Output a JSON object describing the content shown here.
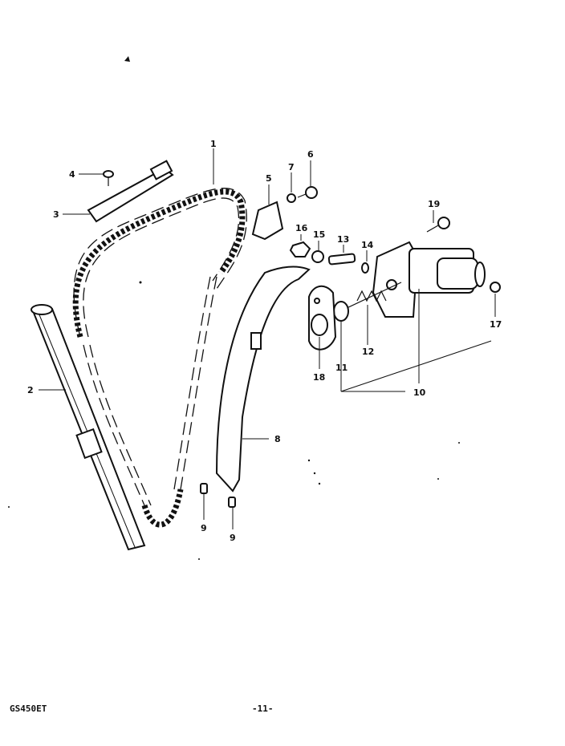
{
  "diagram": {
    "callouts": {
      "c1": "1",
      "c2": "2",
      "c3": "3",
      "c4": "4",
      "c5": "5",
      "c6": "6",
      "c7": "7",
      "c8": "8",
      "c9a": "9",
      "c9b": "9",
      "c10": "10",
      "c11": "11",
      "c12": "12",
      "c13": "13",
      "c14": "14",
      "c15": "15",
      "c16": "16",
      "c17": "17",
      "c18": "18",
      "c19": "19"
    }
  },
  "footer": {
    "model_code": "GS450ET",
    "page_number": "-11-"
  }
}
